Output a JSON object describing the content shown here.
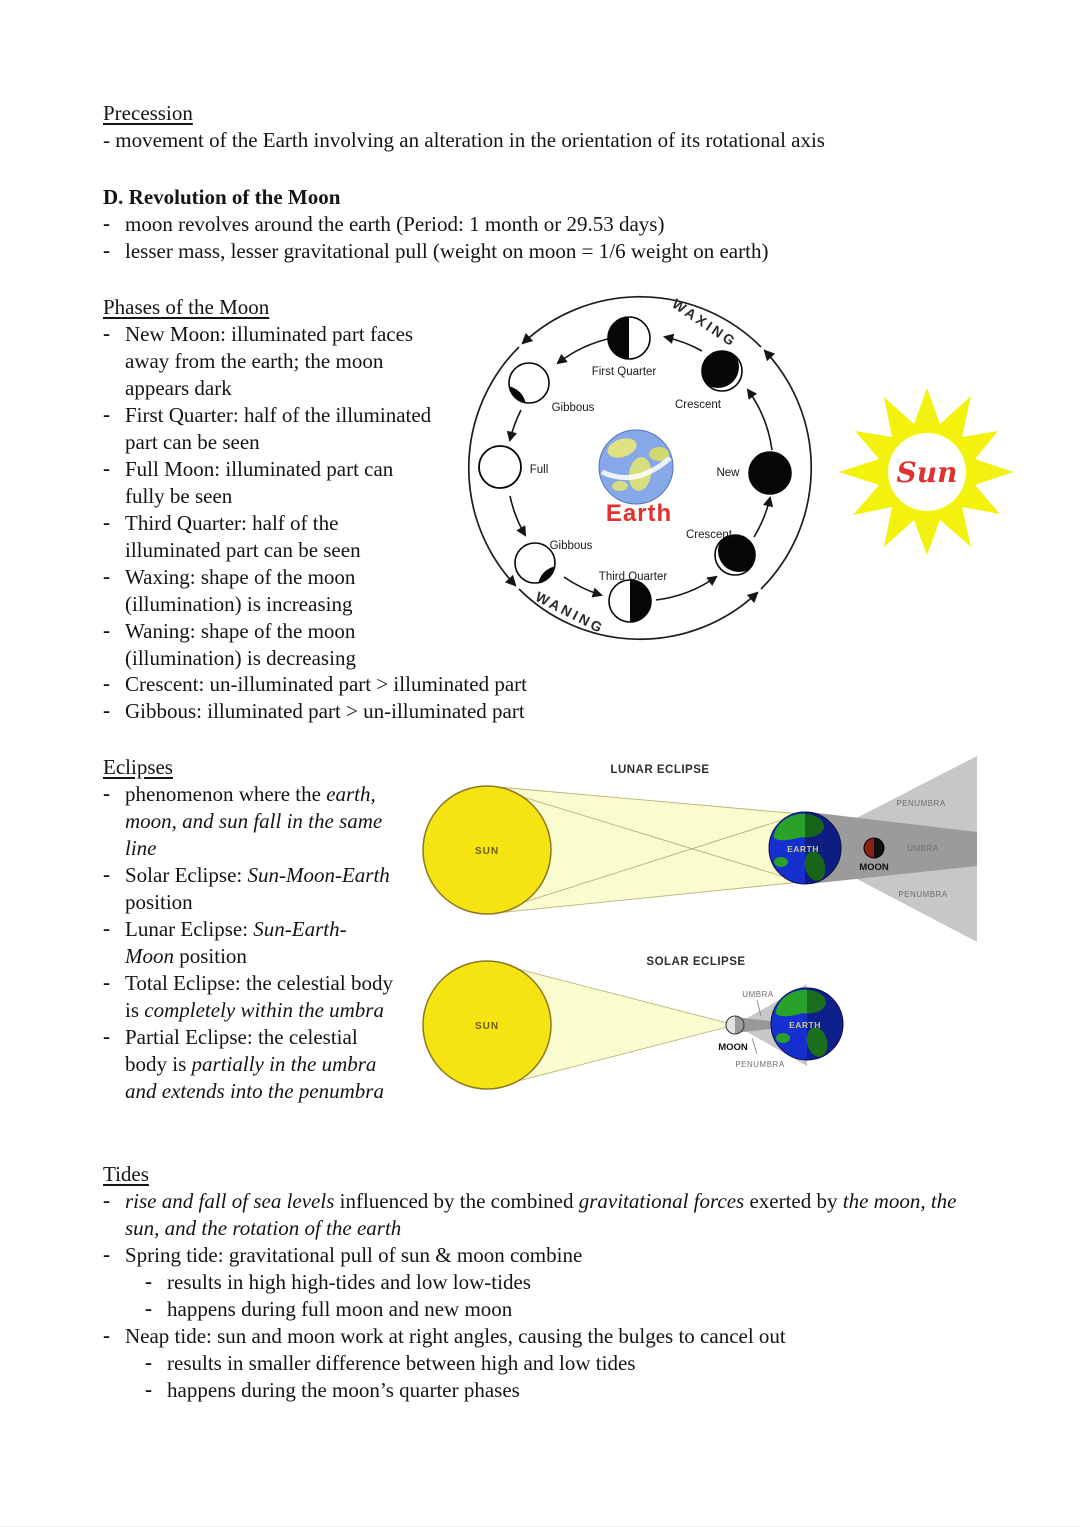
{
  "document": {
    "precession": {
      "heading": "Precession",
      "body": "- movement of the Earth involving an alteration in the orientation of its rotational axis"
    },
    "revolution": {
      "heading": "D. Revolution of the Moon",
      "items": [
        "moon revolves around the earth (Period: 1 month or 29.53 days)",
        "lesser mass, lesser gravitational pull (weight on moon = 1/6 weight on earth)"
      ]
    },
    "phases": {
      "heading": "Phases of the Moon",
      "items": [
        "New Moon: illuminated part faces away from the earth; the moon appears dark",
        "First Quarter: half of the illuminated part can be seen",
        "Full Moon: illuminated part can fully be seen",
        "Third Quarter: half of the illuminated part can be seen",
        "Waxing: shape of the moon (illumination) is increasing",
        "Waning: shape of the moon (illumination) is decreasing",
        "Crescent: un-illuminated part > illuminated part",
        "Gibbous: illuminated part > un-illuminated part"
      ]
    },
    "eclipses": {
      "heading": "Eclipses",
      "items": [
        {
          "segments": [
            {
              "t": "phenomenon where the "
            },
            {
              "t": "earth, moon, and sun fall in the same line",
              "i": true
            }
          ]
        },
        {
          "segments": [
            {
              "t": "Solar Eclipse: "
            },
            {
              "t": "Sun-Moon-Earth",
              "i": true
            },
            {
              "t": " position"
            }
          ]
        },
        {
          "segments": [
            {
              "t": "Lunar Eclipse: "
            },
            {
              "t": "Sun-Earth-Moon",
              "i": true
            },
            {
              "t": " position"
            }
          ]
        },
        {
          "segments": [
            {
              "t": "Total Eclipse: the celestial body is "
            },
            {
              "t": "completely within the umbra",
              "i": true
            }
          ]
        },
        {
          "segments": [
            {
              "t": "Partial Eclipse: the celestial body is "
            },
            {
              "t": "partially in the umbra and extends into the penumbra",
              "i": true
            }
          ]
        }
      ]
    },
    "tides": {
      "heading": "Tides",
      "item1": {
        "segments": [
          {
            "t": "rise and fall of sea levels",
            "i": true
          },
          {
            "t": " influenced by the combined "
          },
          {
            "t": "gravitational forces",
            "i": true
          },
          {
            "t": " exerted by "
          },
          {
            "t": "the moon, the sun, and the rotation of the earth",
            "i": true
          }
        ]
      },
      "spring": {
        "text": "Spring tide: gravitational pull of sun & moon combine",
        "subs": [
          "results in high high-tides and low low-tides",
          "happens during full moon and new moon"
        ]
      },
      "neap": {
        "text": "Neap tide: sun and moon work at right angles, causing the bulges to cancel out",
        "subs": [
          "results in smaller difference between high and low tides",
          "happens during the moon’s quarter phases"
        ]
      }
    }
  },
  "phases_diagram": {
    "waxing": "WAXING",
    "waning": "WANING",
    "earth": "Earth",
    "labels": {
      "first_quarter": "First Quarter",
      "crescent_waxing": "Crescent",
      "new": "New",
      "crescent_waning": "Crescent",
      "third_quarter": "Third Quarter",
      "gibbous_waning": "Gibbous",
      "full": "Full",
      "gibbous_waxing": "Gibbous"
    }
  },
  "sun_art": {
    "label": "Sun"
  },
  "lunar_eclipse": {
    "title": "LUNAR ECLIPSE",
    "sun": "SUN",
    "earth": "EARTH",
    "moon": "MOON",
    "umbra": "UMBRA",
    "penumbra_top": "PENUMBRA",
    "penumbra_bottom": "PENUMBRA"
  },
  "solar_eclipse": {
    "title": "SOLAR ECLIPSE",
    "sun": "SUN",
    "earth": "EARTH",
    "moon": "MOON",
    "umbra": "UMBRA",
    "penumbra": "PENUMBRA"
  },
  "colors": {
    "accent_red": "#e03030",
    "sun_yellow": "#f6e412",
    "beam_yellow": "#fbfbd0",
    "penumbra_gray": "#c7c7c7",
    "umbra_gray": "#9b9b9b"
  }
}
